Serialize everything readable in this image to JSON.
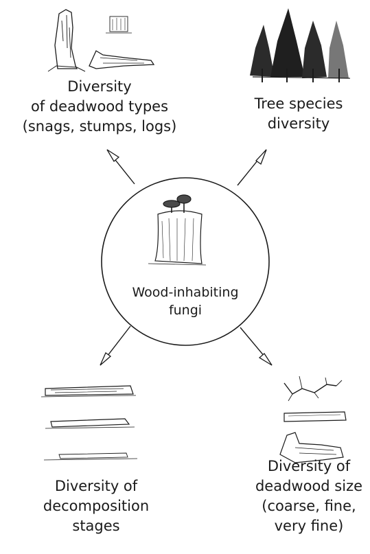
{
  "center": {
    "lines": [
      "Wood-inhabiting",
      "fungi"
    ]
  },
  "nodes": {
    "deadwood_types": {
      "lines": [
        "Diversity",
        "of deadwood types",
        "(snags, stumps, logs)"
      ]
    },
    "tree_species": {
      "lines": [
        "Tree species",
        "diversity"
      ]
    },
    "decomposition": {
      "lines": [
        "Diversity of",
        "decomposition",
        "stages"
      ]
    },
    "deadwood_size": {
      "lines": [
        "Diversity of",
        "deadwood size",
        "(coarse, fine,",
        "very fine)"
      ]
    }
  },
  "colors": {
    "ink": "#1a1a1a",
    "background": "#ffffff"
  }
}
